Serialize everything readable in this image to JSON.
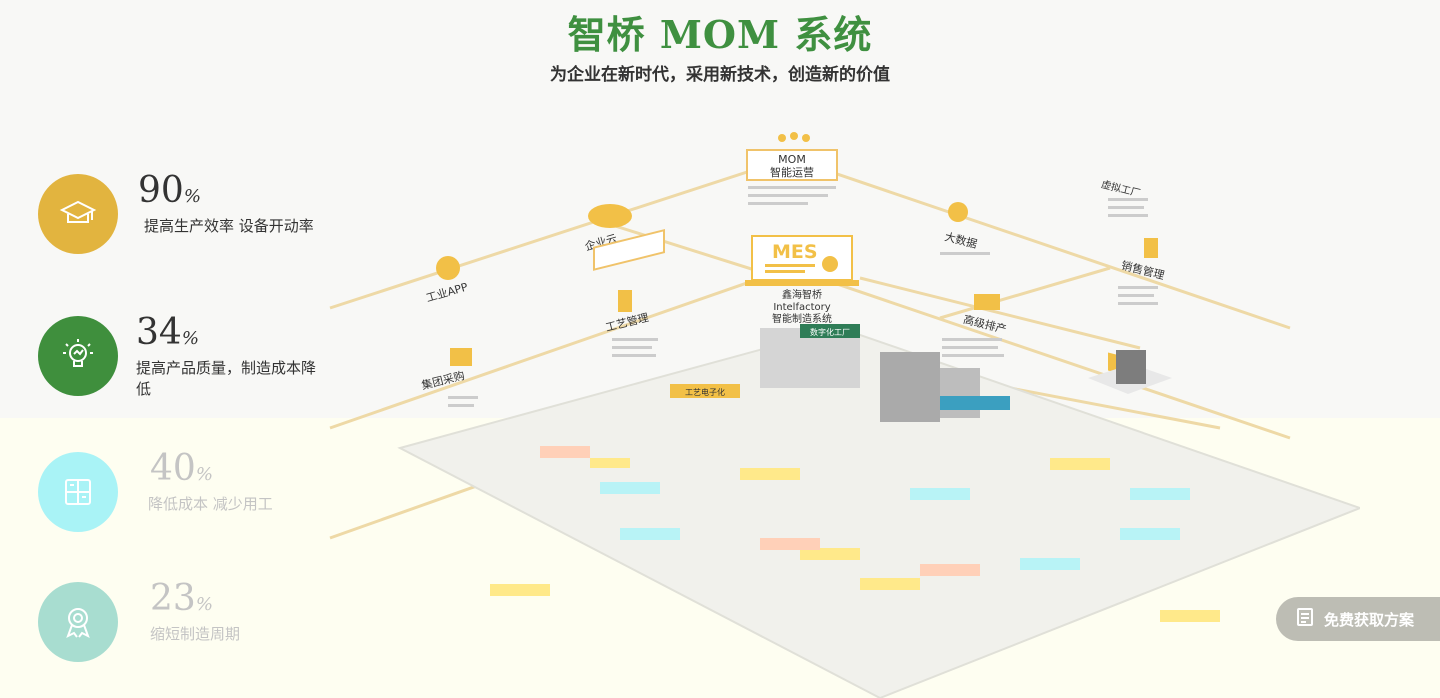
{
  "header": {
    "title": "智桥 MOM 系统",
    "subtitle": "为企业在新时代，采用新技术，创造新的价值"
  },
  "stats": [
    {
      "value": "90",
      "unit": "%",
      "desc": "提高生产效率 设备开动率",
      "icon": "graduation-cap-icon",
      "color": "#e2b43f"
    },
    {
      "value": "34",
      "unit": "%",
      "desc": "提高产品质量，制造成本降低",
      "icon": "lightbulb-icon",
      "color": "#3f8f3d"
    },
    {
      "value": "40",
      "unit": "%",
      "desc": "降低成本 减少用工",
      "icon": "cost-box-icon",
      "color": "#a9f3f6"
    },
    {
      "value": "23",
      "unit": "%",
      "desc": "缩短制造周期",
      "icon": "award-ribbon-icon",
      "color": "#a8ddd0"
    }
  ],
  "diagram": {
    "mom_title": "MOM",
    "mom_sub": "智能运营",
    "mes_title": "MES",
    "mes_line1": "鑫海智桥",
    "mes_line2": "Intelfactory",
    "mes_line3": "智能制造系统",
    "nodes": {
      "cloud": "企业云",
      "app": "工业APP",
      "process": "工艺管理",
      "purchase": "集团采购",
      "bigdata": "大数据",
      "virtual": "虚拟工厂",
      "sales": "销售管理",
      "schedule": "高级排产"
    },
    "tags": {
      "digital": "数字化工厂",
      "craft": "工艺电子化"
    }
  },
  "cta": {
    "label": "免费获取方案",
    "icon": "document-icon"
  },
  "colors": {
    "accent_green": "#3f9040",
    "connector": "#eed9a6",
    "mes_yellow": "#f2c047"
  }
}
